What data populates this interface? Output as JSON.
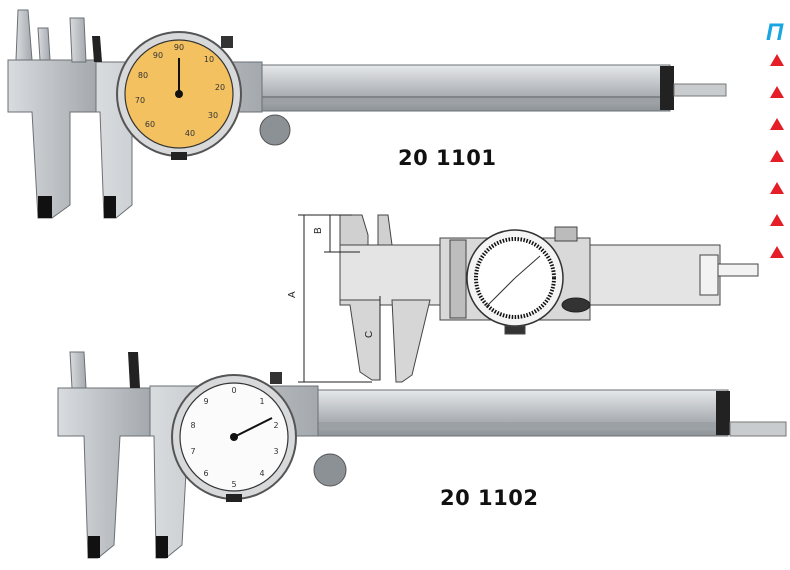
{
  "products": [
    {
      "model": "20 1101",
      "dial": "yellow"
    },
    {
      "model": "20 1102",
      "dial": "white"
    }
  ],
  "diagram_labels": {
    "a": "A",
    "b": "B",
    "c": "C"
  },
  "heading_fragment": "П",
  "bullet_count": 7,
  "colors": {
    "heading": "#1aa6e0",
    "bullet": "#e41e26",
    "yellow_dial": "#f3c160"
  }
}
